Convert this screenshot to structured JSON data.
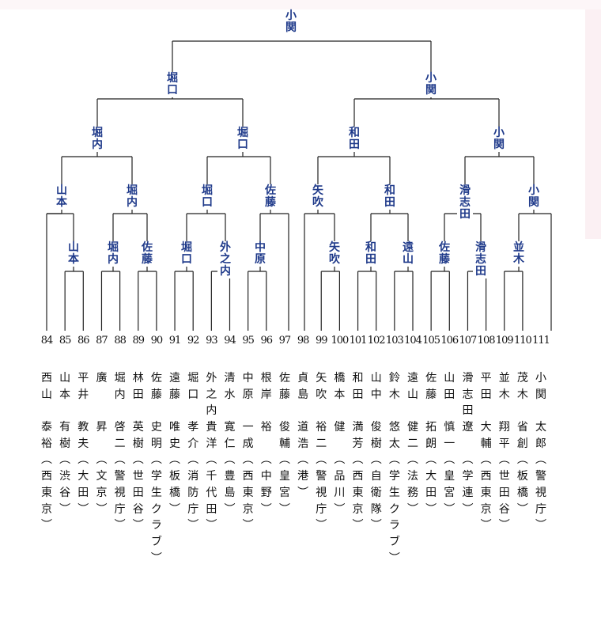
{
  "nodes": [
    {
      "id": "final",
      "label": "小関",
      "winner": true
    },
    {
      "id": "sf_l",
      "label": "堀口",
      "winner": false
    },
    {
      "id": "sf_r",
      "label": "小関",
      "winner": true
    },
    {
      "id": "qf1",
      "label": "堀内",
      "winner": false
    },
    {
      "id": "qf2",
      "label": "堀口",
      "winner": true
    },
    {
      "id": "qf3",
      "label": "和田",
      "winner": false
    },
    {
      "id": "qf4",
      "label": "小関",
      "winner": true
    },
    {
      "id": "r3_1",
      "label": "山本",
      "winner": false
    },
    {
      "id": "r3_2",
      "label": "堀内",
      "winner": true
    },
    {
      "id": "r3_3",
      "label": "堀口",
      "winner": true
    },
    {
      "id": "r3_4",
      "label": "佐藤",
      "winner": false
    },
    {
      "id": "r3_5",
      "label": "矢吹",
      "winner": false
    },
    {
      "id": "r3_6",
      "label": "和田",
      "winner": true
    },
    {
      "id": "r3_7",
      "label": "滑志田",
      "winner": false
    },
    {
      "id": "r3_8",
      "label": "小関",
      "winner": true
    },
    {
      "id": "r2_1",
      "label": "山本",
      "winner": false
    },
    {
      "id": "r2_2",
      "label": "堀内",
      "winner": true
    },
    {
      "id": "r2_3",
      "label": "佐藤",
      "winner": false
    },
    {
      "id": "r2_4",
      "label": "堀口",
      "winner": true
    },
    {
      "id": "r2_5",
      "label": "外之内",
      "winner": false
    },
    {
      "id": "r2_6",
      "label": "中原",
      "winner": false
    },
    {
      "id": "r2_7",
      "label": "矢吹",
      "winner": true
    },
    {
      "id": "r2_8",
      "label": "和田",
      "winner": true
    },
    {
      "id": "r2_9",
      "label": "遠山",
      "winner": false
    },
    {
      "id": "r2_10",
      "label": "佐藤",
      "winner": false
    },
    {
      "id": "r2_11",
      "label": "滑志田",
      "winner": true
    },
    {
      "id": "r2_12",
      "label": "並木",
      "winner": false
    }
  ],
  "players": [
    {
      "num": "84",
      "surname": "西山",
      "given": "泰裕",
      "team": "西東京"
    },
    {
      "num": "85",
      "surname": "山本",
      "given": "有樹",
      "team": "渋谷"
    },
    {
      "num": "86",
      "surname": "平井",
      "given": "教夫",
      "team": "大田"
    },
    {
      "num": "87",
      "surname": "廣",
      "given": "昇",
      "team": "文京"
    },
    {
      "num": "88",
      "surname": "堀内",
      "given": "啓二",
      "team": "警視庁"
    },
    {
      "num": "89",
      "surname": "林田",
      "given": "英樹",
      "team": "世田谷"
    },
    {
      "num": "90",
      "surname": "佐藤",
      "given": "史明",
      "team": "学生クラブ"
    },
    {
      "num": "91",
      "surname": "遠藤",
      "given": "唯史",
      "team": "板橋"
    },
    {
      "num": "92",
      "surname": "堀口",
      "given": "孝介",
      "team": "消防庁"
    },
    {
      "num": "93",
      "surname": "外之内",
      "given": "貴洋",
      "team": "千代田"
    },
    {
      "num": "94",
      "surname": "清水",
      "given": "寛仁",
      "team": "豊島"
    },
    {
      "num": "95",
      "surname": "中原",
      "given": "一成",
      "team": "西東京"
    },
    {
      "num": "96",
      "surname": "根岸",
      "given": "裕",
      "team": "中野"
    },
    {
      "num": "97",
      "surname": "佐藤",
      "given": "俊輔",
      "team": "皇宮"
    },
    {
      "num": "98",
      "surname": "貞島",
      "given": "道浩",
      "team": "港"
    },
    {
      "num": "99",
      "surname": "矢吹",
      "given": "裕二",
      "team": "警視庁"
    },
    {
      "num": "100",
      "surname": "橋本",
      "given": "健",
      "team": "品川"
    },
    {
      "num": "101",
      "surname": "和田",
      "given": "満芳",
      "team": "西東京"
    },
    {
      "num": "102",
      "surname": "山中",
      "given": "俊樹",
      "team": "自衛隊"
    },
    {
      "num": "103",
      "surname": "鈴木",
      "given": "悠太",
      "team": "学生クラブ"
    },
    {
      "num": "104",
      "surname": "遠山",
      "given": "健二",
      "team": "法務"
    },
    {
      "num": "105",
      "surname": "佐藤",
      "given": "拓朗",
      "team": "大田"
    },
    {
      "num": "106",
      "surname": "山田",
      "given": "慎一",
      "team": "皇宮"
    },
    {
      "num": "107",
      "surname": "滑志田",
      "given": "遼",
      "team": "学連"
    },
    {
      "num": "108",
      "surname": "平田",
      "given": "大輔",
      "team": "西東京"
    },
    {
      "num": "109",
      "surname": "並木",
      "given": "翔平",
      "team": "世田谷"
    },
    {
      "num": "110",
      "surname": "茂木",
      "given": "省創",
      "team": "板橋"
    },
    {
      "num": "111",
      "surname": "小関",
      "given": "太郎",
      "team": "警視庁"
    }
  ]
}
